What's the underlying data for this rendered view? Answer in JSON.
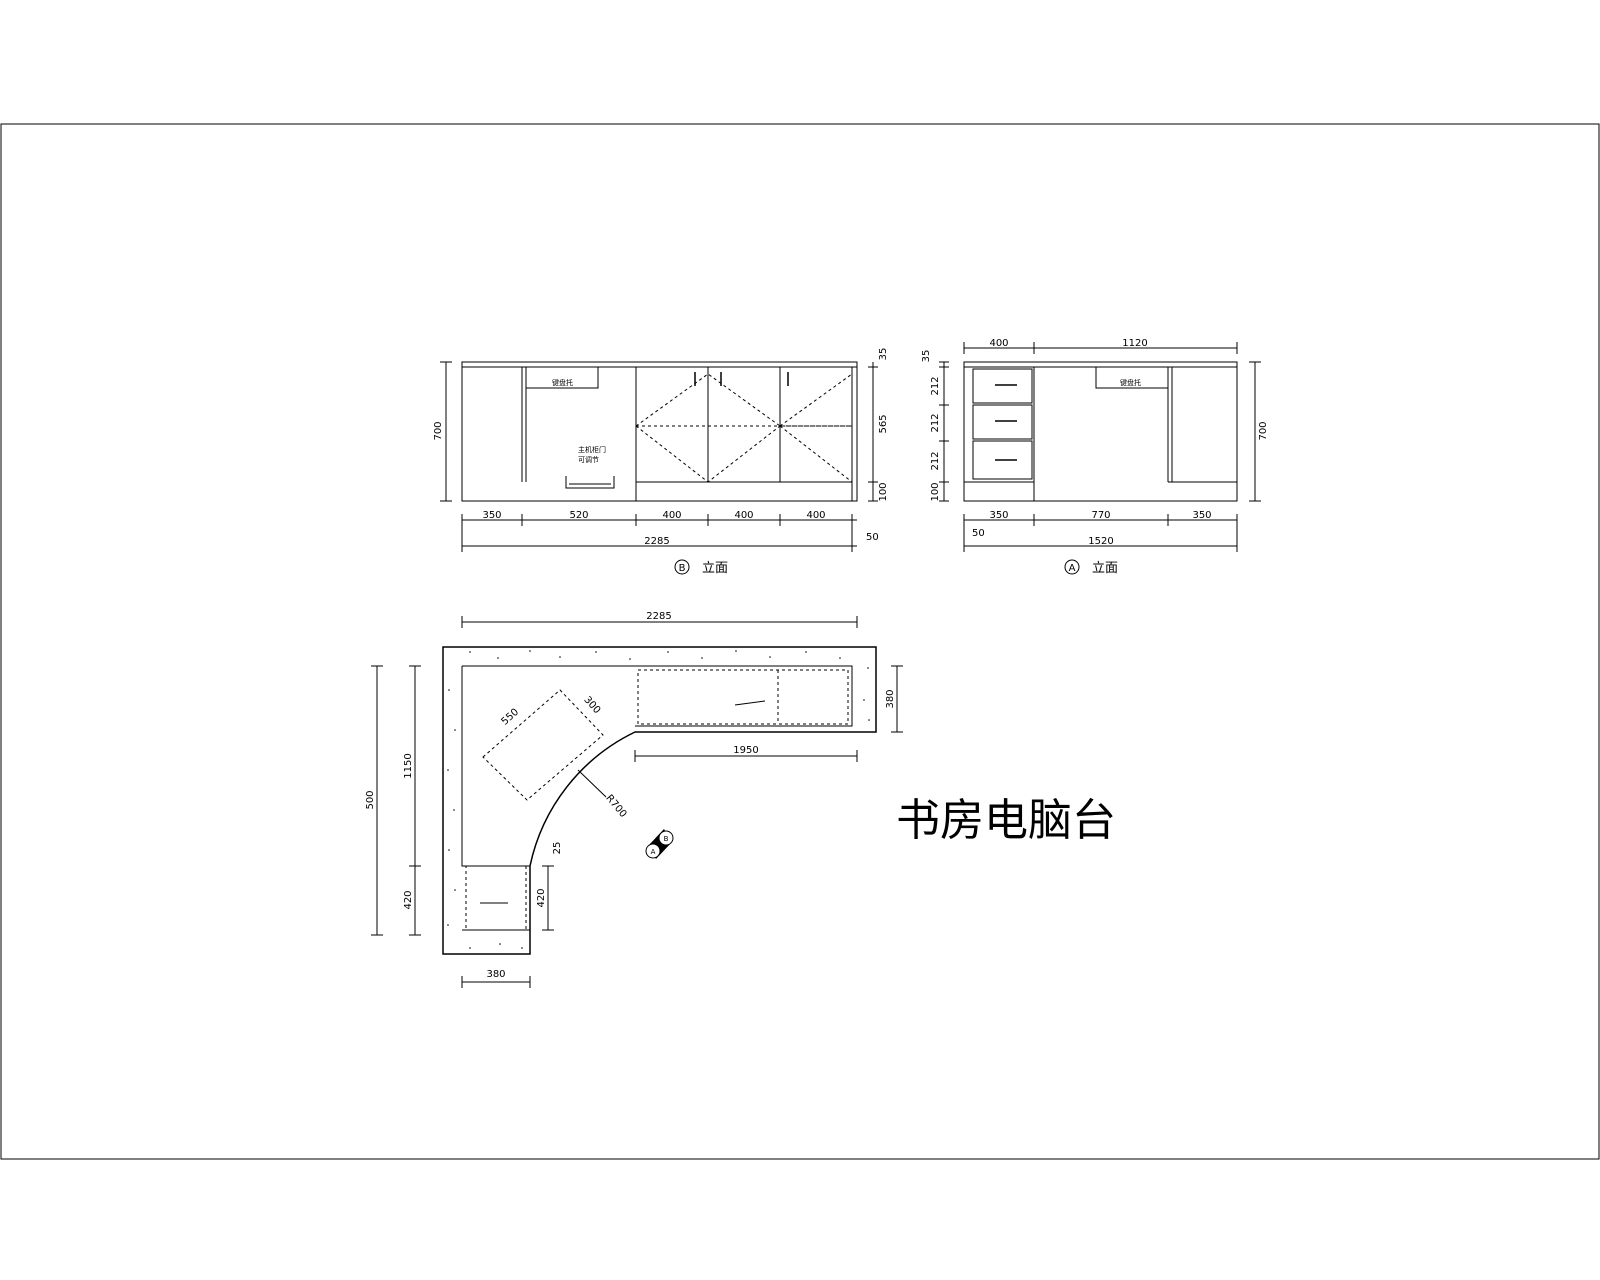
{
  "drawing": {
    "title": "书房电脑台",
    "elevation_b": {
      "label": "立面",
      "marker": "B",
      "height": "700",
      "top_thickness": "35",
      "cabinet_height": "565",
      "plinth_height": "100",
      "bottom_offset": "50",
      "segments": [
        "350",
        "520",
        "400",
        "400",
        "400"
      ],
      "total": "2285",
      "keyboard_tray": "键盘托",
      "note_lines": [
        "主机柜门",
        "可调节"
      ]
    },
    "elevation_a": {
      "label": "立面",
      "marker": "A",
      "height": "700",
      "top_thickness": "35",
      "top_segments": [
        "400",
        "1120"
      ],
      "drawer_heights": [
        "212",
        "212",
        "212"
      ],
      "plinth_height": "100",
      "segments": [
        "350",
        "770",
        "350"
      ],
      "total": "1520",
      "bottom_offset": "50",
      "keyboard_tray": "键盘托"
    },
    "plan": {
      "width_total": "2285",
      "depth_right": "380",
      "inner_length": "1950",
      "left_total": "500",
      "left_upper": "1150",
      "left_lower": "420",
      "lower_inner": "420",
      "bottom_width": "380",
      "corner_radius": "R700",
      "monitor_depth": "550",
      "monitor_width": "300",
      "edge_offset": "25",
      "section_markers": [
        "B",
        "A"
      ]
    }
  }
}
